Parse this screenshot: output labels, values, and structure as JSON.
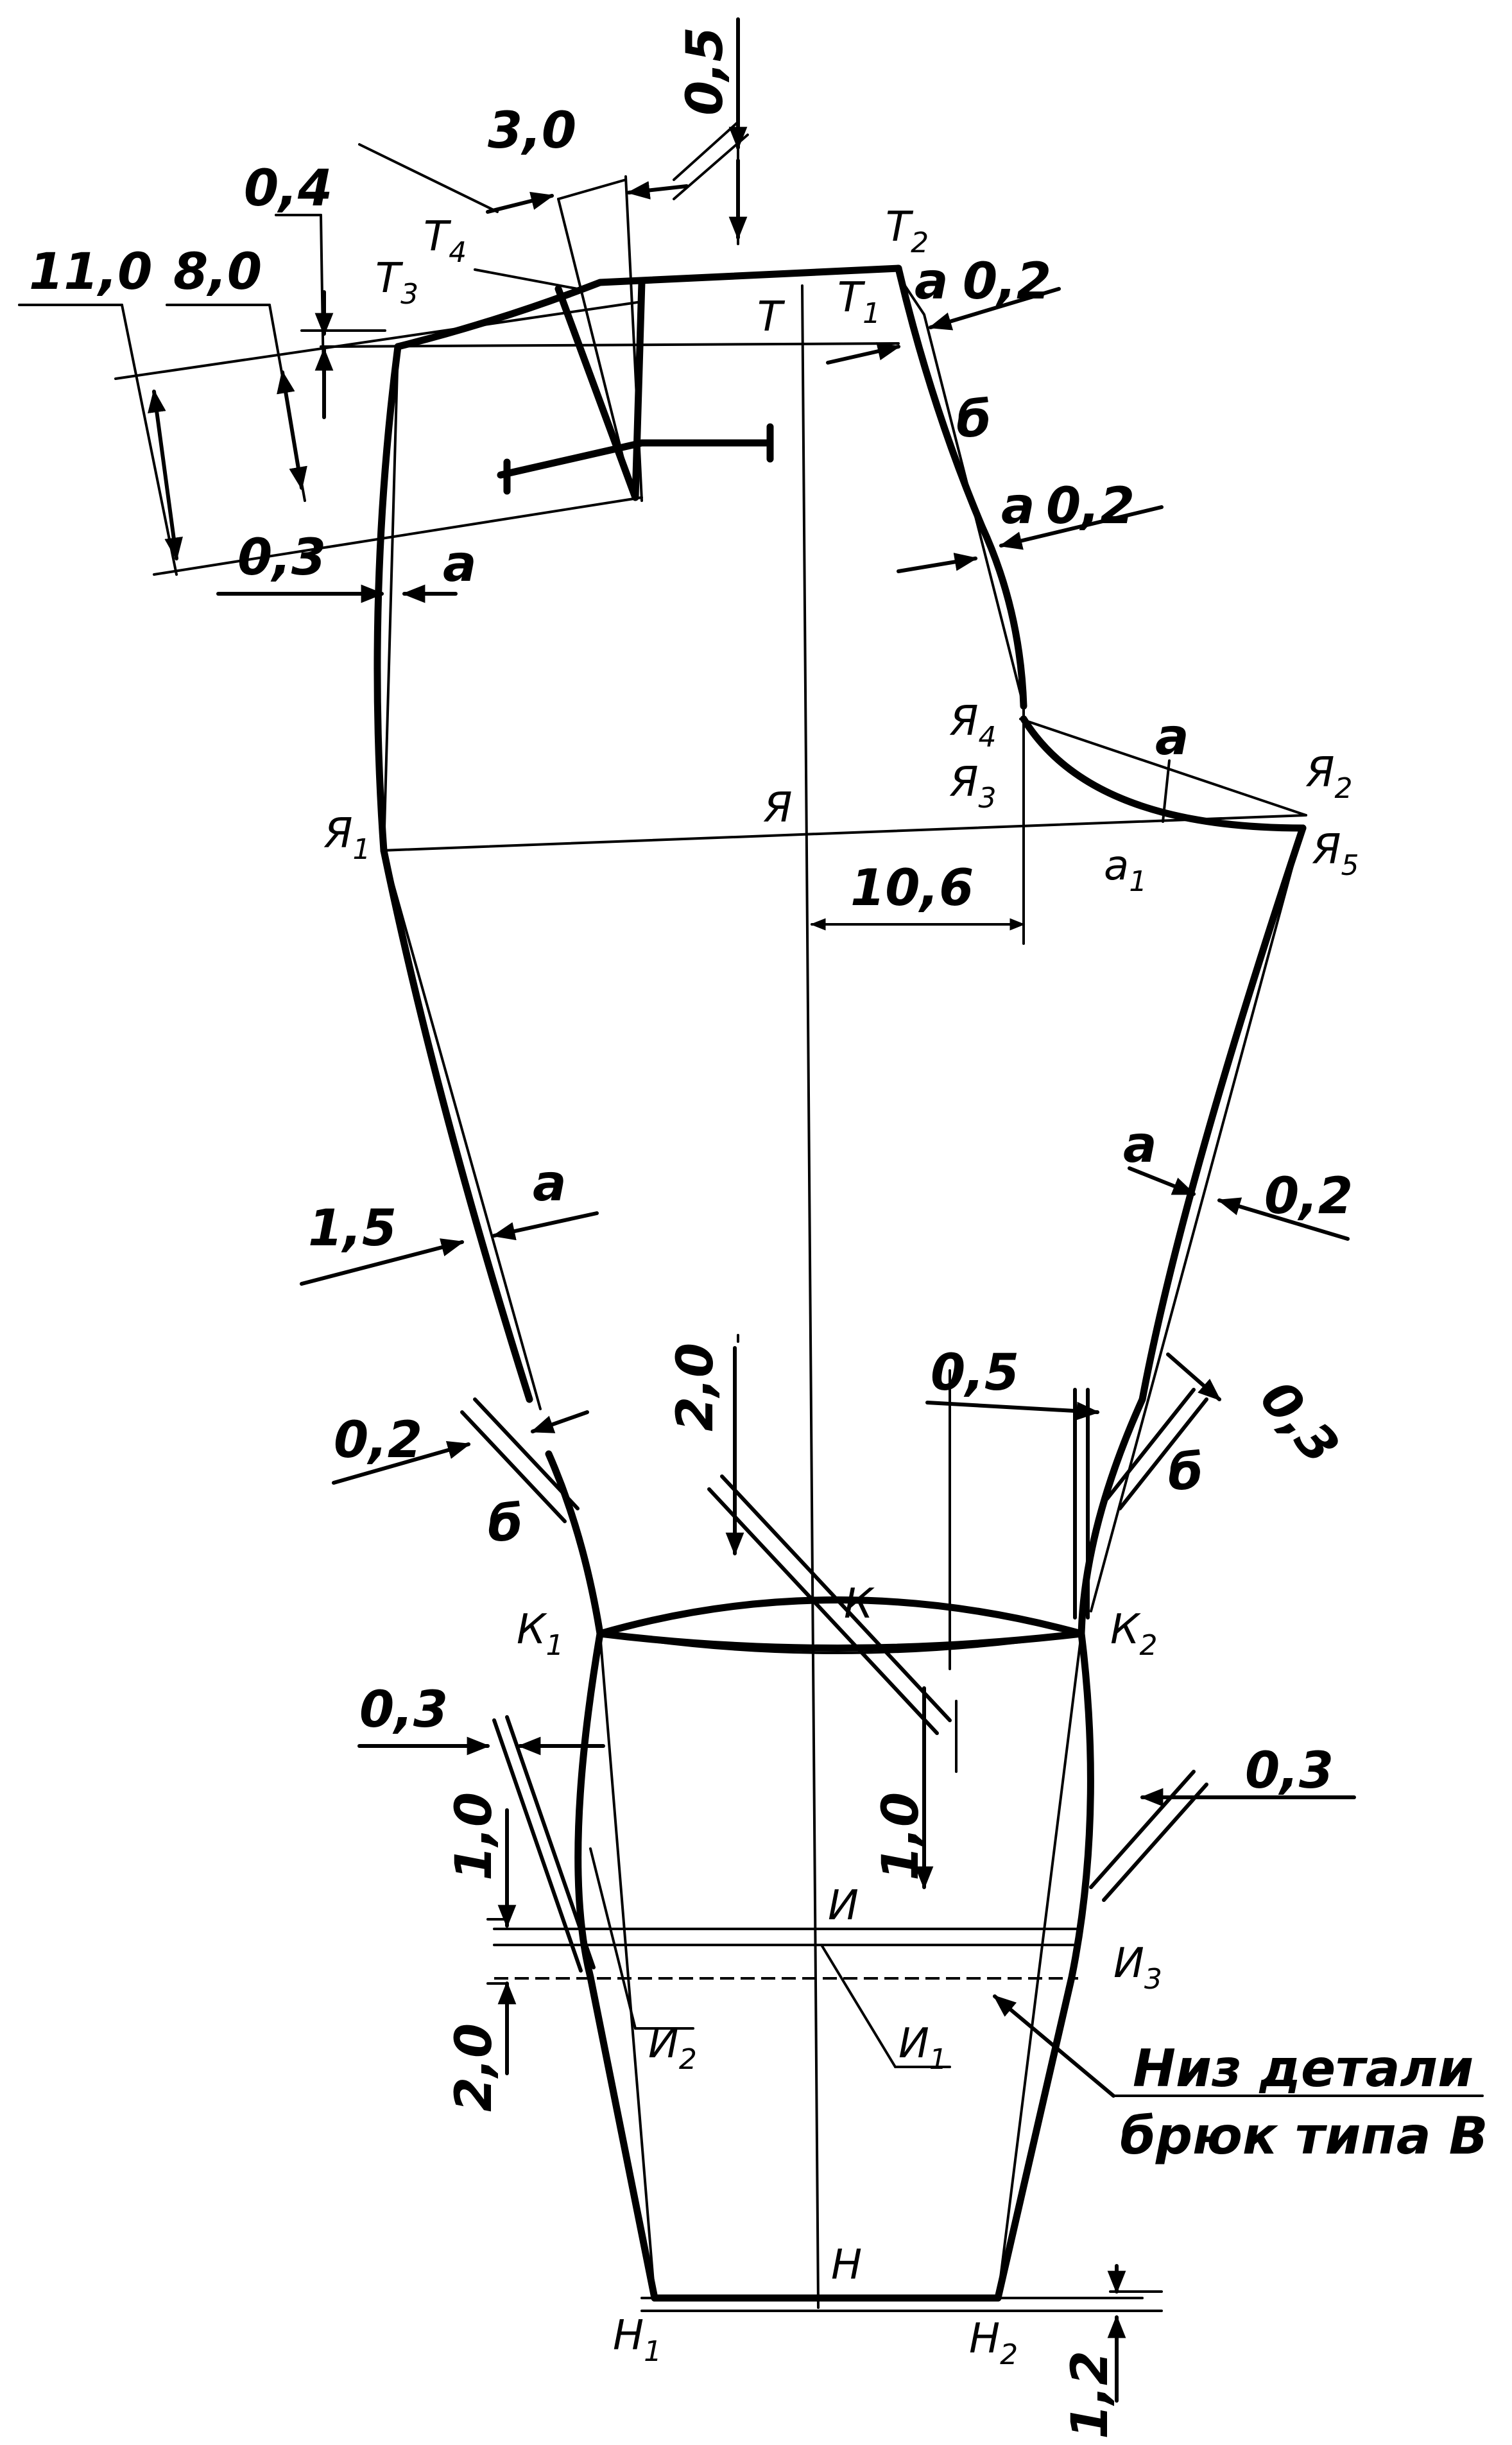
{
  "diagram": {
    "dimensions": {
      "d05_top": "0,5",
      "d30": "3,0",
      "d04": "0,4",
      "d110": "11,0",
      "d80": "8,0",
      "d03_waist": "0,3",
      "d02_a_t1": "0,2",
      "d02_a_mid": "0,2",
      "d106": "10,6",
      "d15": "1,5",
      "d02_right": "0,2",
      "d02_left": "0,2",
      "d20_crotch": "2,0",
      "d05_knee": "0,5",
      "d03_knee": "0,3",
      "d03_left_low": "0,3",
      "d03_right_low": "0,3",
      "d10_left": "1,0",
      "d10_center": "1,0",
      "d20_left": "2,0",
      "d12": "1,2"
    },
    "letters": {
      "a_t1": "a",
      "b_top": "б",
      "a_mid": "a",
      "a_waist": "a",
      "a_seat": "a",
      "a_left": "a",
      "a_right": "a",
      "b_left": "б",
      "b_right": "б"
    },
    "points": {
      "T": {
        "base": "Т",
        "sub": ""
      },
      "T1": {
        "base": "Т",
        "sub": "1"
      },
      "T2": {
        "base": "Т",
        "sub": "2"
      },
      "T3": {
        "base": "Т",
        "sub": "3"
      },
      "T4": {
        "base": "Т",
        "sub": "4"
      },
      "Ya": {
        "base": "Я",
        "sub": ""
      },
      "Ya1": {
        "base": "Я",
        "sub": "1"
      },
      "Ya2": {
        "base": "Я",
        "sub": "2"
      },
      "Ya3": {
        "base": "Я",
        "sub": "3"
      },
      "Ya4": {
        "base": "Я",
        "sub": "4"
      },
      "Ya5": {
        "base": "Я",
        "sub": "5"
      },
      "a1": {
        "base": "а",
        "sub": "1"
      },
      "K": {
        "base": "К",
        "sub": ""
      },
      "K1": {
        "base": "К",
        "sub": "1"
      },
      "K2": {
        "base": "К",
        "sub": "2"
      },
      "I": {
        "base": "И",
        "sub": ""
      },
      "I1": {
        "base": "И",
        "sub": "1"
      },
      "I2": {
        "base": "И",
        "sub": "2"
      },
      "I3": {
        "base": "И",
        "sub": "3"
      },
      "N": {
        "base": "Н",
        "sub": ""
      },
      "N1": {
        "base": "Н",
        "sub": "1"
      },
      "N2": {
        "base": "Н",
        "sub": "2"
      }
    },
    "caption": {
      "line1": "Низ детали",
      "line2": "брюк типа В"
    }
  }
}
